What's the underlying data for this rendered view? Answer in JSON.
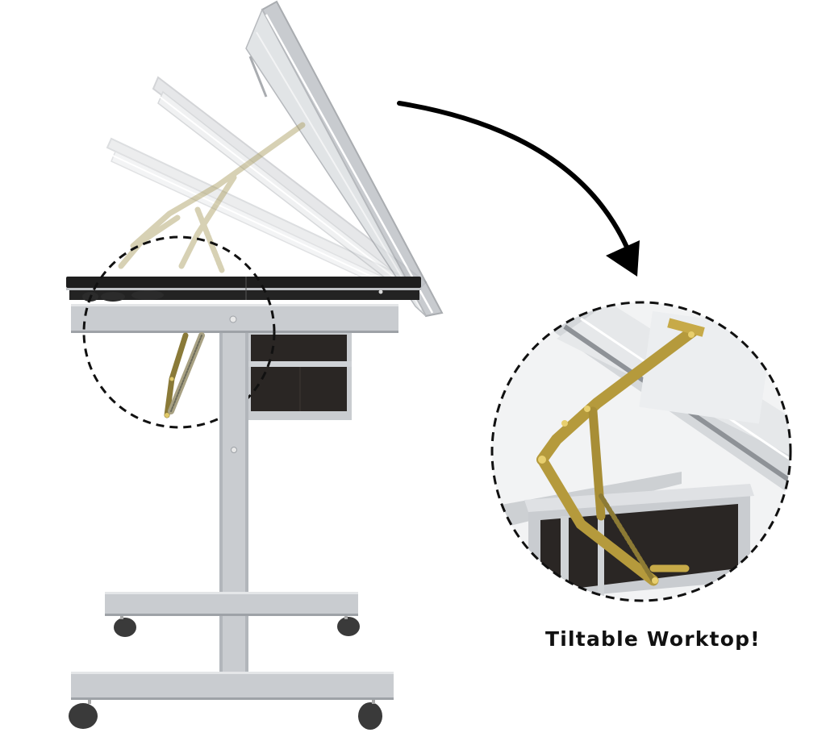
{
  "caption": {
    "text": "Tiltable Worktop!"
  },
  "product": {
    "subject": "drafting table with tiltable worktop",
    "views": [
      "side-view-multi-angle-tilt",
      "close-up-hinge-mechanism"
    ],
    "callout": "dashed circle highlight on hinge with curved arrow to magnified view"
  },
  "colors": {
    "background": "#ffffff",
    "frame": "#c9ccd0",
    "frame_shadow": "#9ea2a7",
    "worktop_edge": "#1e1e1e",
    "drawer": "#2a2624",
    "hinge_brass": "#b59a3c",
    "hinge_dark": "#7d6a2a",
    "arrow": "#000000",
    "caster": "#3a3a3a",
    "caption": "#111111"
  }
}
